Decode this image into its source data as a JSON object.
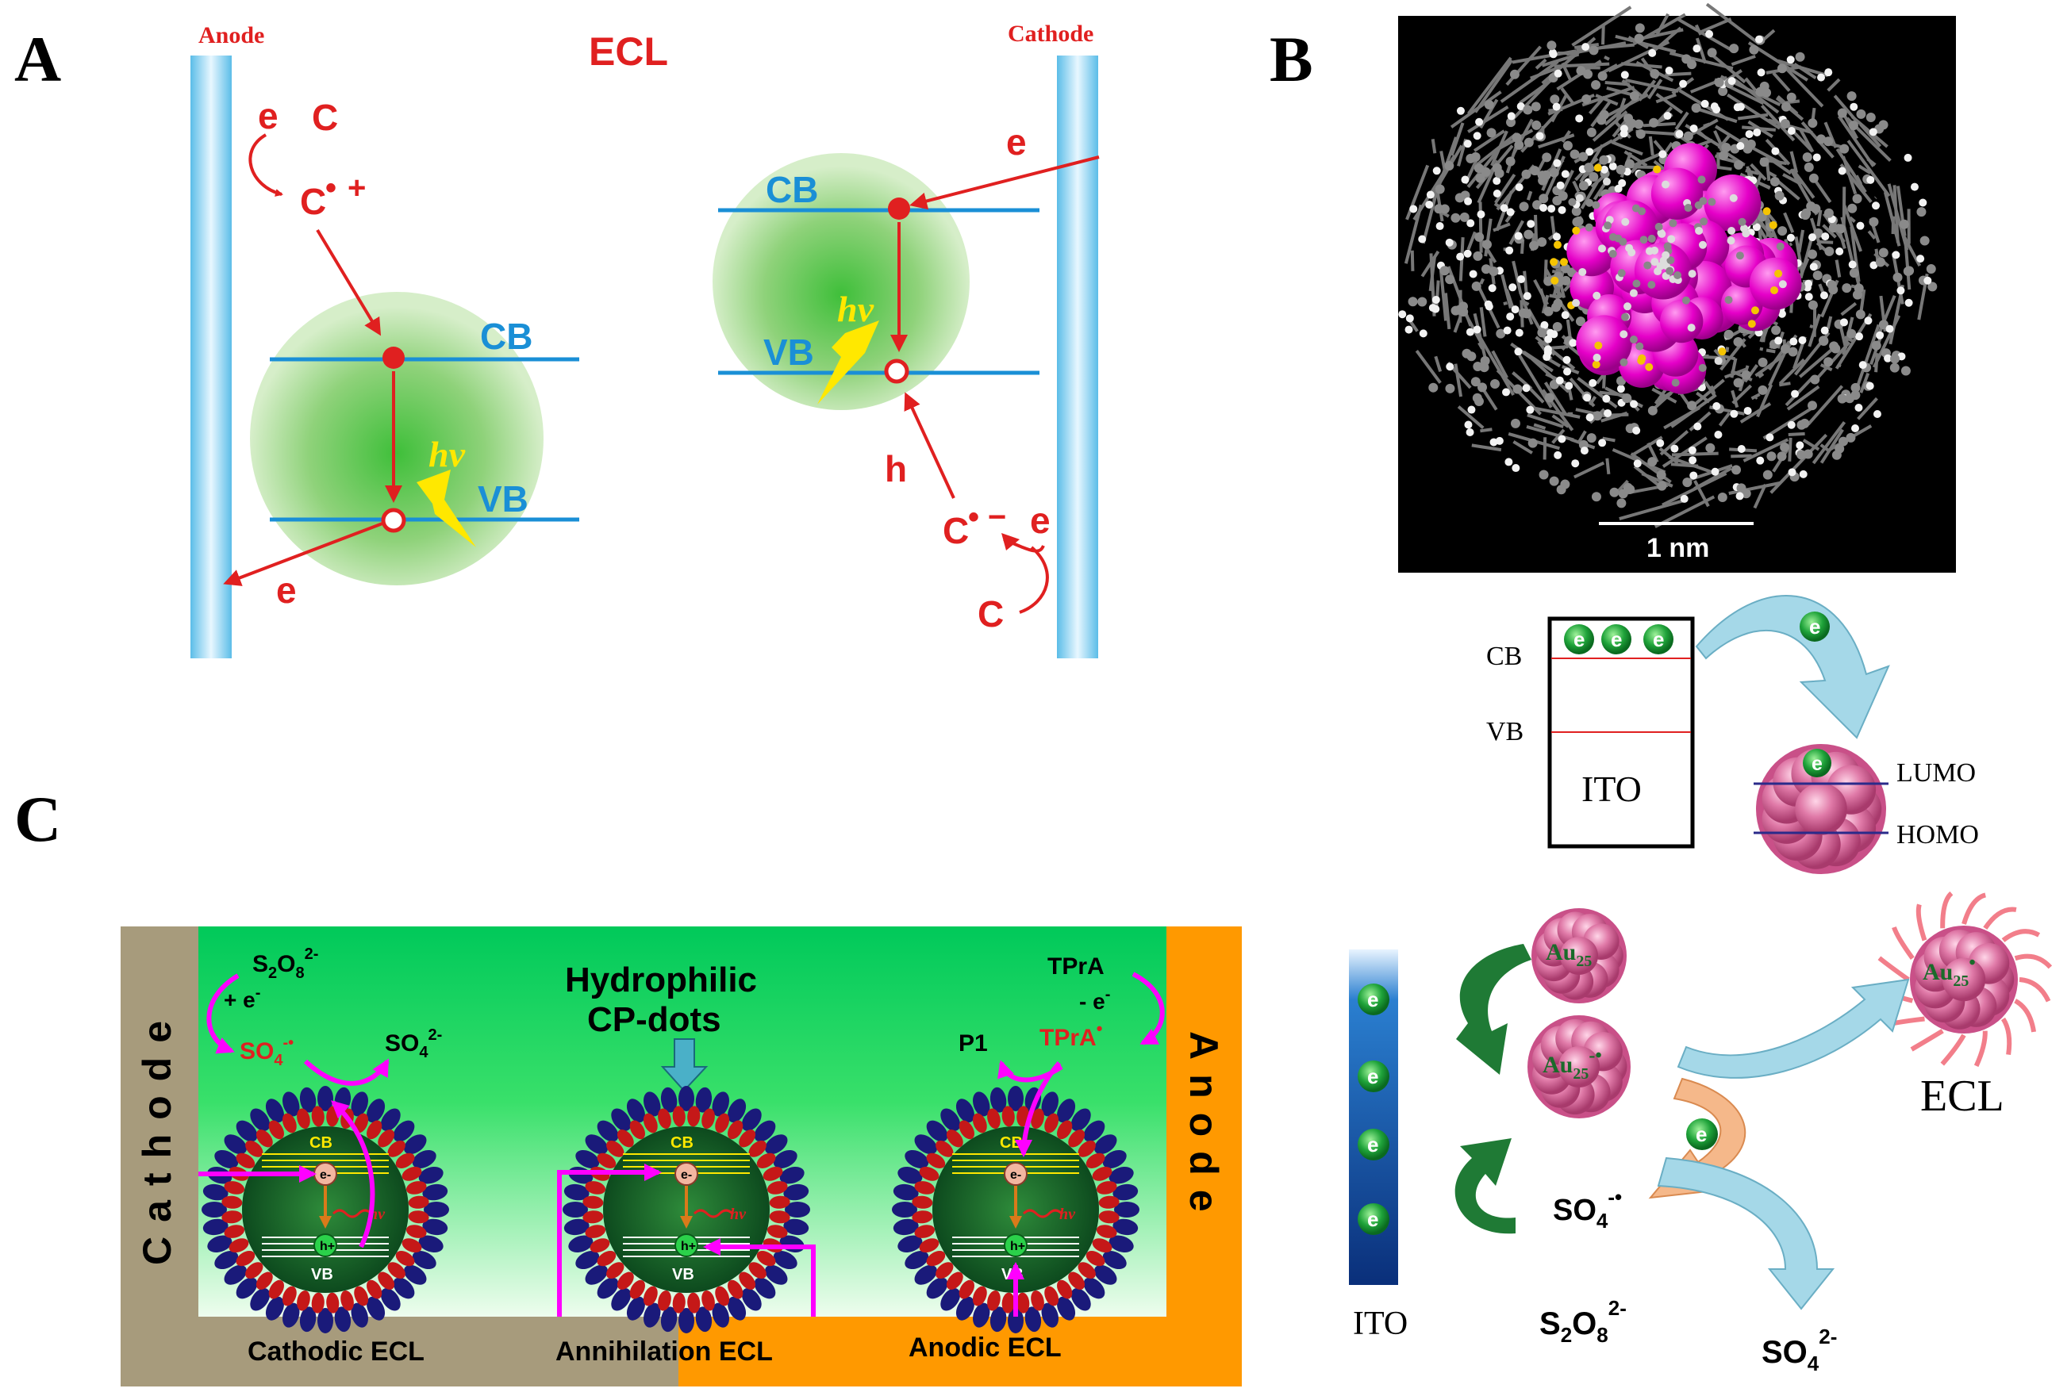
{
  "panels": {
    "a": {
      "letter": "A",
      "title": "ECL",
      "anode_label": "Anode",
      "cathode_label": "Cathode",
      "e": "e",
      "C": "C",
      "h": "h",
      "cb": "CB",
      "vb": "VB",
      "hv": "hv",
      "radical": "•",
      "plus": "+",
      "minus": "−"
    },
    "b": {
      "letter": "B",
      "scale_bar": "1 nm",
      "e": "e",
      "cb": "CB",
      "vb": "VB",
      "ito_box": "ITO",
      "lumo": "LUMO",
      "homo": "HOMO",
      "au": "Au",
      "au_sub": "25",
      "au_sup_neg": "-",
      "au_sup_dot": "•",
      "ecl": "ECL",
      "ito_electrode": "ITO",
      "so4_radical": "SO",
      "so4_radical_sub": "4",
      "so4_radical_sup": "-•",
      "s2o8": "S",
      "s2o8_sub1": "2",
      "s2o8_mid": "O",
      "s2o8_sub2": "8",
      "s2o8_sup": "2-",
      "so4": "SO",
      "so4_sub": "4",
      "so4_sup": "2-"
    },
    "c": {
      "letter": "C",
      "cathode": "Cathode",
      "anode": "Anode",
      "title_line1": "Hydrophilic",
      "title_line2": "CP-dots",
      "s2o8": "S",
      "s2o8_sub1": "2",
      "s2o8_mid": "O",
      "s2o8_sub2": "8",
      "s2o8_sup": "2-",
      "plus_e": "+ e",
      "e_sup": "-",
      "so4_rad": "SO",
      "so4_rad_sub": "4",
      "so4_rad_sup": "-•",
      "so4": "SO",
      "so4_sub": "4",
      "so4_sup": "2-",
      "tpra": "TPrA",
      "minus_e": "- e",
      "tpra_rad": "TPrA",
      "tpra_rad_sup": "•",
      "p1": "P1",
      "cb": "CB",
      "vb": "VB",
      "hv": "hv",
      "e_label": "e",
      "h_label": "h",
      "pos_sup": "+",
      "neg_sup": "-",
      "cathodic_ecl": "Cathodic ECL",
      "annihilation_ecl": "Annihilation ECL",
      "anodic_ecl": "Anodic ECL"
    }
  },
  "colors": {
    "red": "#e02020",
    "blue_band": "#1a8fd6",
    "electrode_blue": "#7fd0f2",
    "yellow": "#ffe800",
    "green_dot": "#23a33a",
    "magenta": "#ff00ff",
    "orange": "#ff9900",
    "taupe": "#a79b7c",
    "pink_cluster": "#e6007e"
  }
}
